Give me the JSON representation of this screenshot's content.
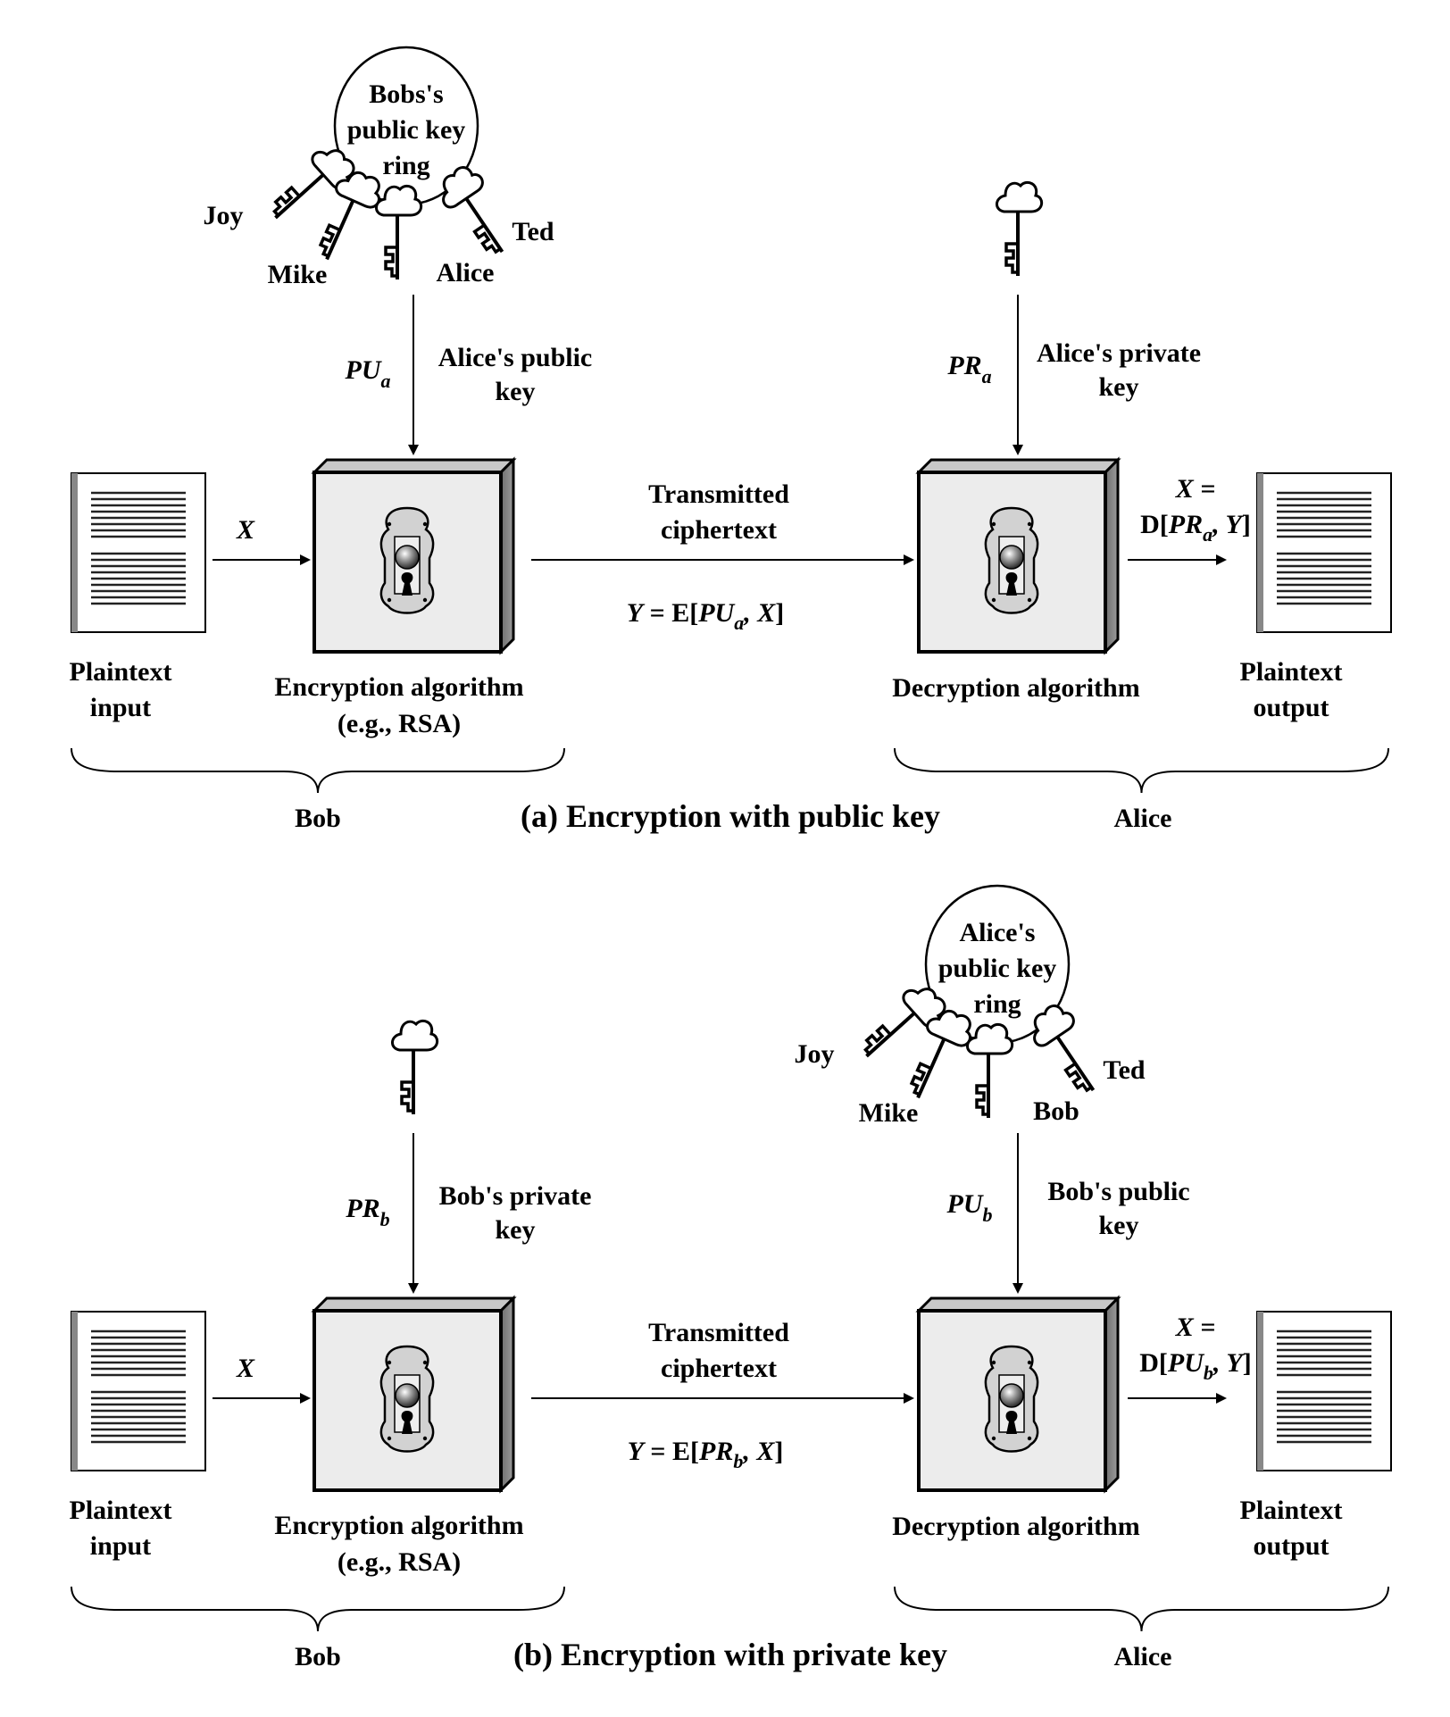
{
  "panels": [
    {
      "caption": "(a) Encryption with public key",
      "ring_side": "left",
      "key_ring": {
        "title_lines": [
          "Bobs's",
          "public key",
          "ring"
        ],
        "names": [
          "Joy",
          "Mike",
          "Alice",
          "Ted"
        ]
      },
      "enc_key": {
        "symbol": "PU",
        "symbol_sub": "a",
        "desc_lines": [
          "Alice's public",
          "key"
        ]
      },
      "dec_key": {
        "symbol": "PR",
        "symbol_sub": "a",
        "desc_lines": [
          "Alice's private",
          "key"
        ]
      },
      "input_arrow_label": "X",
      "transmitted_lines": [
        "Transmitted",
        "ciphertext"
      ],
      "formula": {
        "lhs": "Y",
        "fn_open": " = E[",
        "key": "PU",
        "key_sub": "a",
        "rest": ", X",
        "close": "]"
      },
      "output_formula": {
        "line1": "X =",
        "fn_open": "D[",
        "key": "PR",
        "key_sub": "a",
        "rest": ", Y",
        "close": "]"
      },
      "plaintext_input_lines": [
        "Plaintext",
        "input"
      ],
      "encryption_label_lines": [
        "Encryption algorithm",
        "(e.g., RSA)"
      ],
      "decryption_label": "Decryption algorithm",
      "plaintext_output_lines": [
        "Plaintext",
        "output"
      ],
      "left_party": "Bob",
      "right_party": "Alice"
    },
    {
      "caption": "(b) Encryption with private key",
      "ring_side": "right",
      "key_ring": {
        "title_lines": [
          "Alice's",
          "public key",
          "ring"
        ],
        "names": [
          "Joy",
          "Mike",
          "Bob",
          "Ted"
        ]
      },
      "enc_key": {
        "symbol": "PR",
        "symbol_sub": "b",
        "desc_lines": [
          "Bob's private",
          "key"
        ]
      },
      "dec_key": {
        "symbol": "PU",
        "symbol_sub": "b",
        "desc_lines": [
          "Bob's public",
          "key"
        ]
      },
      "input_arrow_label": "X",
      "transmitted_lines": [
        "Transmitted",
        "ciphertext"
      ],
      "formula": {
        "lhs": "Y",
        "fn_open": " = E[",
        "key": "PR",
        "key_sub": "b",
        "rest": ", X",
        "close": "]"
      },
      "output_formula": {
        "line1": "X =",
        "fn_open": "D[",
        "key": "PU",
        "key_sub": "b",
        "rest": ", Y",
        "close": "]"
      },
      "plaintext_input_lines": [
        "Plaintext",
        "input"
      ],
      "encryption_label_lines": [
        "Encryption algorithm",
        "(e.g., RSA)"
      ],
      "decryption_label": "Decryption algorithm",
      "plaintext_output_lines": [
        "Plaintext",
        "output"
      ],
      "left_party": "Bob",
      "right_party": "Alice"
    }
  ]
}
